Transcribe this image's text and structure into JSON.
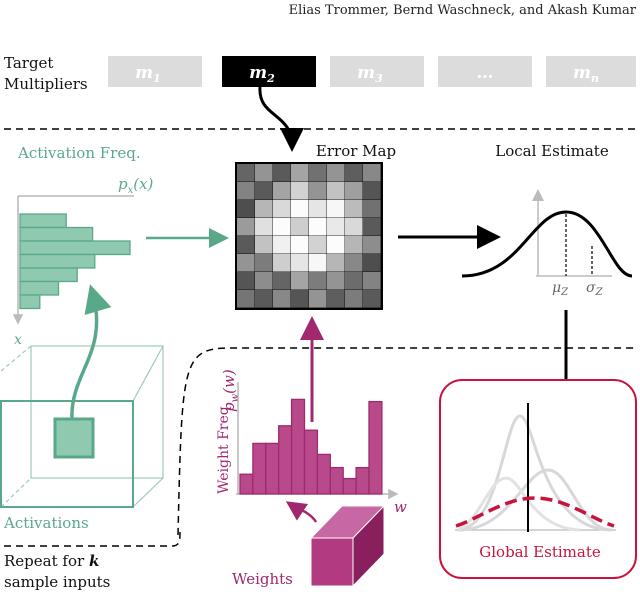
{
  "authors": "Elias Trommer, Bernd Waschneck, and Akash Kumar",
  "target_label": [
    "Target",
    "Multipliers"
  ],
  "multipliers": [
    {
      "label": "m",
      "sub": "1",
      "selected": false
    },
    {
      "label": "m",
      "sub": "2",
      "selected": true
    },
    {
      "label": "m",
      "sub": "3",
      "selected": false
    },
    {
      "label": "…",
      "sub": "",
      "selected": false
    },
    {
      "label": "m",
      "sub": "n",
      "selected": false
    }
  ],
  "error_map_label": "Error Map",
  "local_estimate_label": "Local Estimate",
  "activation_freq_label": "Activation Freq.",
  "px_label": "p",
  "px_sub": "x",
  "px_arg": "(x)",
  "x_axis_label": "x",
  "mu_label": "μ",
  "mu_sub": "Z",
  "sigma_label": "σ",
  "sigma_sub": "Z",
  "activations_label": "Activations",
  "weight_freq_label": "Weight Freq.",
  "pw_label": "p",
  "pw_sub": "w",
  "pw_arg": "(w)",
  "w_axis_label": "w",
  "weights_label": "Weights",
  "global_estimate_label": "Global Estimate",
  "repeat_text": [
    "Repeat for",
    "k",
    "sample inputs"
  ],
  "activation_hist": [
    0.42,
    0.66,
    1.0,
    0.68,
    0.52,
    0.35,
    0.18
  ],
  "weight_hist": [
    0.18,
    0.46,
    0.46,
    0.62,
    0.86,
    0.58,
    0.36,
    0.24,
    0.14,
    0.24,
    0.84
  ],
  "error_map": [
    [
      0.35,
      0.55,
      0.3,
      0.62,
      0.4,
      0.55,
      0.32,
      0.5
    ],
    [
      0.48,
      0.3,
      0.62,
      0.82,
      0.55,
      0.75,
      0.6,
      0.28
    ],
    [
      0.25,
      0.7,
      0.85,
      1.0,
      0.9,
      0.98,
      0.72,
      0.4
    ],
    [
      0.58,
      0.88,
      1.0,
      0.8,
      1.0,
      0.92,
      0.85,
      0.3
    ],
    [
      0.3,
      0.75,
      0.95,
      1.0,
      0.82,
      1.0,
      0.7,
      0.52
    ],
    [
      0.55,
      0.45,
      0.8,
      0.9,
      0.98,
      0.7,
      0.5,
      0.25
    ],
    [
      0.28,
      0.52,
      0.35,
      0.62,
      0.45,
      0.55,
      0.38,
      0.48
    ],
    [
      0.42,
      0.3,
      0.5,
      0.28,
      0.55,
      0.32,
      0.45,
      0.3
    ]
  ],
  "colors": {
    "teal": "#5aa88a",
    "teal_fill": "#8ec9b0",
    "plum": "#a0286e",
    "plum_fill": "#b84a8c",
    "red": "#c8143c",
    "grey_box": "#dcdcdc",
    "black": "#000000"
  }
}
